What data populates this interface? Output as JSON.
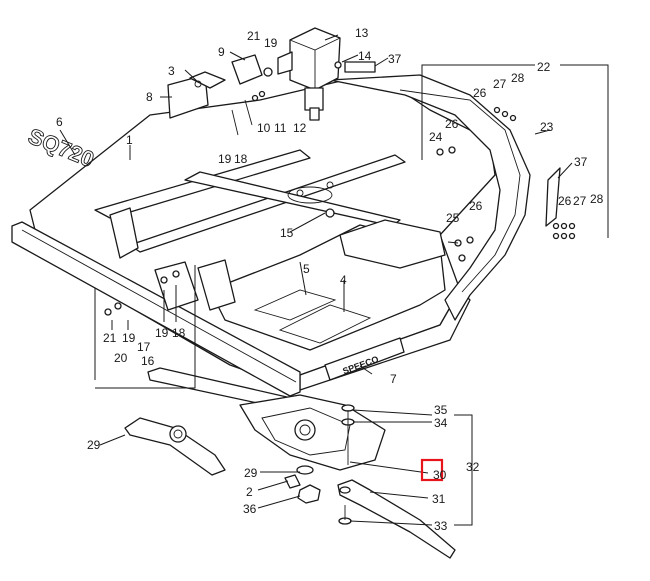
{
  "brand_mark": "SQ720",
  "decal_text": "SPEECO",
  "highlight_color": "#e8141c",
  "callouts": {
    "c1": "1",
    "c2": "2",
    "c3": "3",
    "c4": "4",
    "c5": "5",
    "c6": "6",
    "c7": "7",
    "c8": "8",
    "c9": "9",
    "c10": "10",
    "c11": "11",
    "c12": "12",
    "c13": "13",
    "c14": "14",
    "c15": "15",
    "c16": "16",
    "c17": "17",
    "c18a": "18",
    "c18b": "18",
    "c19a": "19",
    "c19b": "19",
    "c19c": "19",
    "c19d": "19",
    "c20": "20",
    "c21a": "21",
    "c21b": "21",
    "c22": "22",
    "c23": "23",
    "c24": "24",
    "c25": "25",
    "c26a": "26",
    "c26b": "26",
    "c26c": "26",
    "c26d": "26",
    "c27a": "27",
    "c27b": "27",
    "c28a": "28",
    "c28b": "28",
    "c29a": "29",
    "c29b": "29",
    "c30": "30",
    "c31": "31",
    "c32": "32",
    "c33": "33",
    "c34": "34",
    "c35": "35",
    "c36": "36",
    "c37a": "37",
    "c37b": "37"
  }
}
